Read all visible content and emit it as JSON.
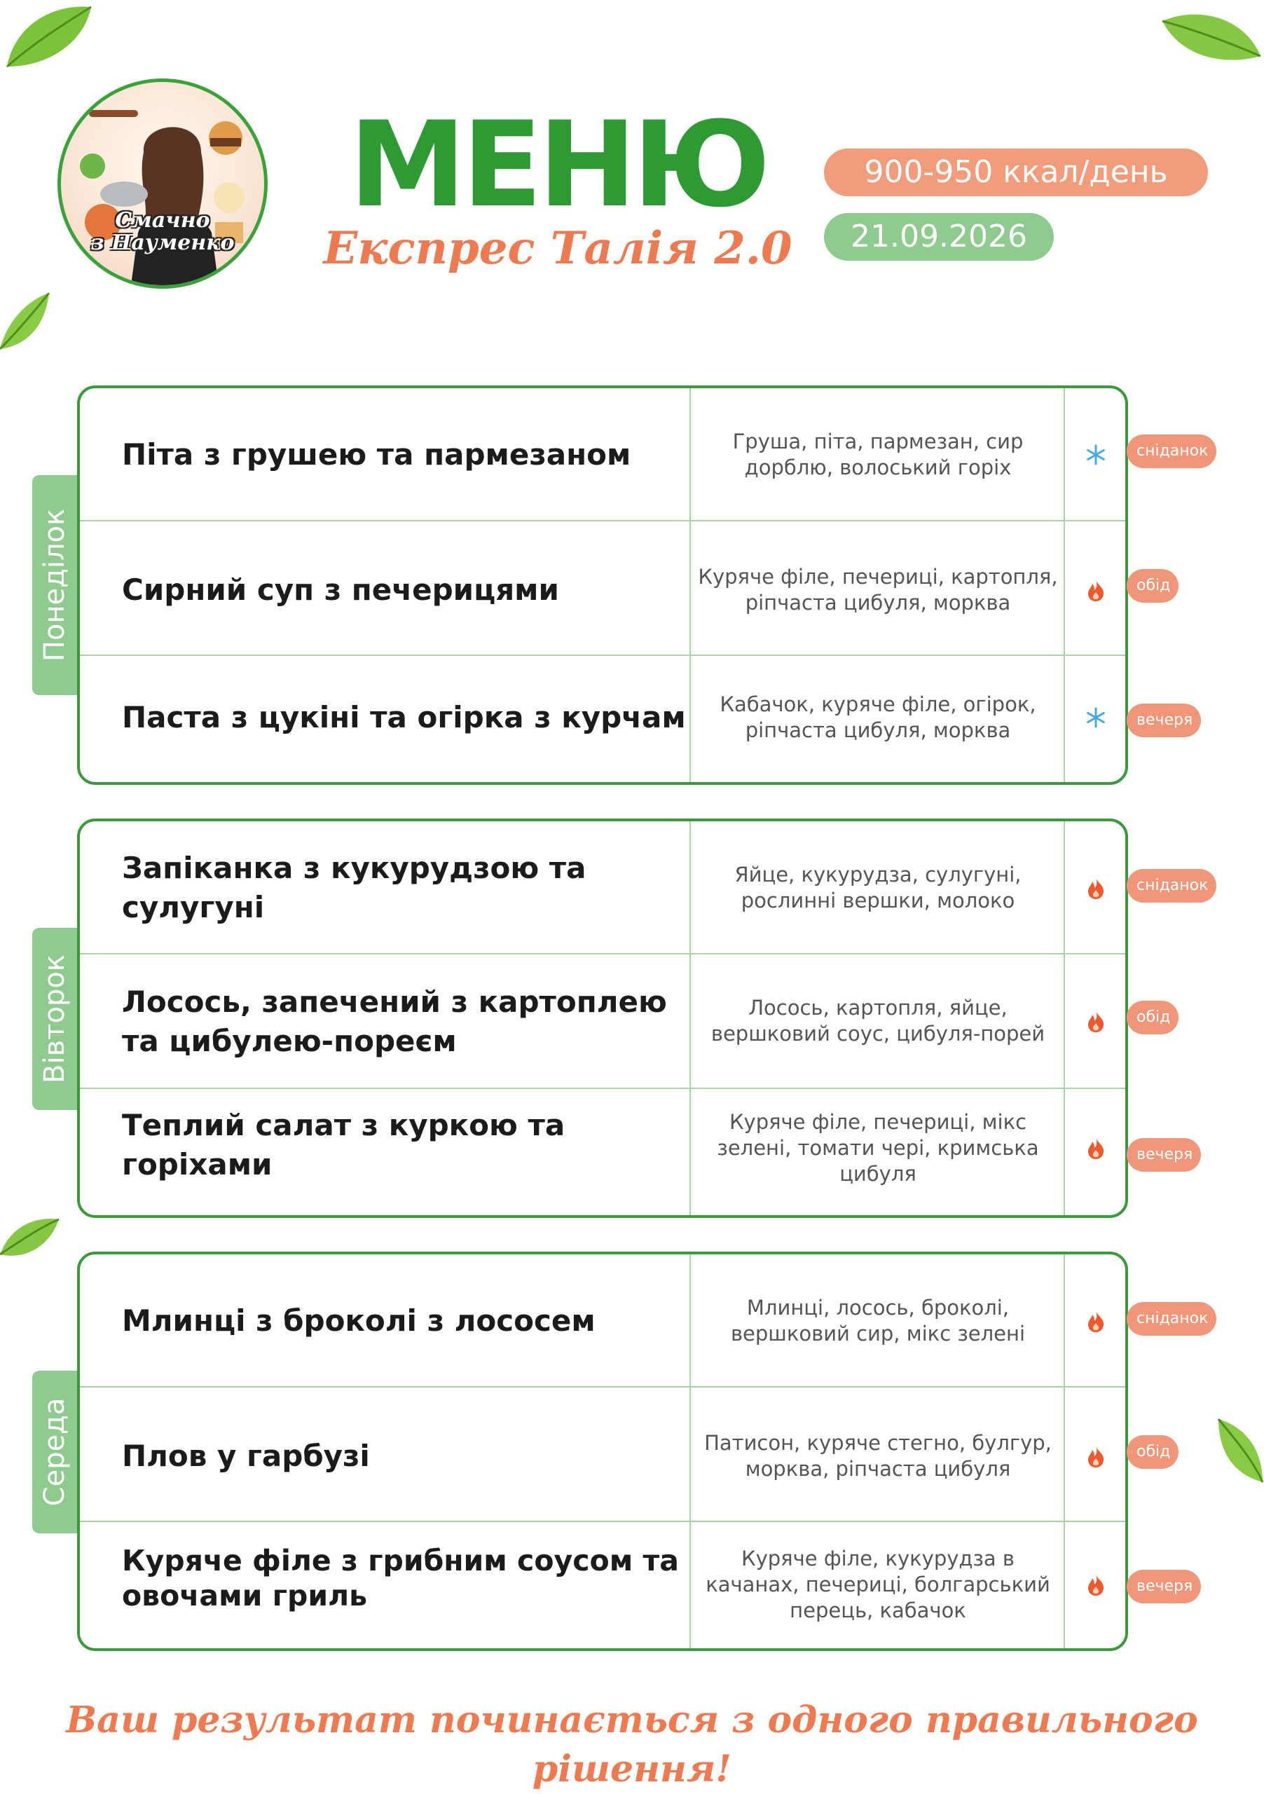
{
  "header": {
    "logo_line1": "Смачно",
    "logo_line2": "з Науменко",
    "title": "МЕНЮ",
    "subtitle": "Експрес Талія 2.0",
    "calories": "900-950 ккал/день",
    "date": "21.09.2026"
  },
  "colors": {
    "green": "#2e9a34",
    "light_green": "#8fcb8f",
    "orange": "#f29c7c",
    "cold_icon": "#4aa8e0",
    "hot_icon": "#ec5a2e"
  },
  "days": [
    {
      "name": "Понеділок",
      "meals": [
        {
          "dish": "Піта з грушею та пармезаном",
          "ingredients": "Груша, піта, пармезан, сир дорблю, волоський горіх",
          "icon": "snowflake-icon",
          "meal": "сніданок"
        },
        {
          "dish": "Сирний суп з печерицями",
          "ingredients": "Куряче філе, печериці, картопля, ріпчаста цибуля, морква",
          "icon": "fire-icon",
          "meal": "обід"
        },
        {
          "dish": "Паста з цукіні та огірка з курчам",
          "ingredients": "Кабачок, куряче філе, огірок, ріпчаста цибуля, морква",
          "icon": "snowflake-icon",
          "meal": "вечеря"
        }
      ]
    },
    {
      "name": "Вівторок",
      "meals": [
        {
          "dish": "Запіканка з кукурудзою та сулугуні",
          "ingredients": "Яйце, кукурудза, сулугуні, рослинні вершки, молоко",
          "icon": "fire-icon",
          "meal": "сніданок"
        },
        {
          "dish": "Лосось, запечений з картоплею та цибулею-пореєм",
          "ingredients": "Лосось, картопля, яйце, вершковий соус, цибуля-порей",
          "icon": "fire-icon",
          "meal": "обід"
        },
        {
          "dish": "Теплий салат з куркою та горіхами",
          "ingredients": "Куряче філе, печериці, мікс зелені, томати чері, кримська цибуля",
          "icon": "fire-icon",
          "meal": "вечеря"
        }
      ]
    },
    {
      "name": "Середа",
      "meals": [
        {
          "dish": "Млинці з броколі з лососем",
          "ingredients": "Млинці, лосось, броколі, вершковий сир, мікс зелені",
          "icon": "fire-icon",
          "meal": "сніданок"
        },
        {
          "dish": "Плов у гарбузі",
          "ingredients": "Патисон, куряче стегно, булгур, морква, ріпчаста цибуля",
          "icon": "fire-icon",
          "meal": "обід"
        },
        {
          "dish": "Куряче філе з грибним соусом та овочами гриль",
          "ingredients": "Куряче філе, кукурудза в качанах, печериці, болгарський перець, кабачок",
          "icon": "fire-icon",
          "meal": "вечеря"
        }
      ]
    }
  ],
  "footer": "Ваш результат починається з одного правильного рішення!"
}
